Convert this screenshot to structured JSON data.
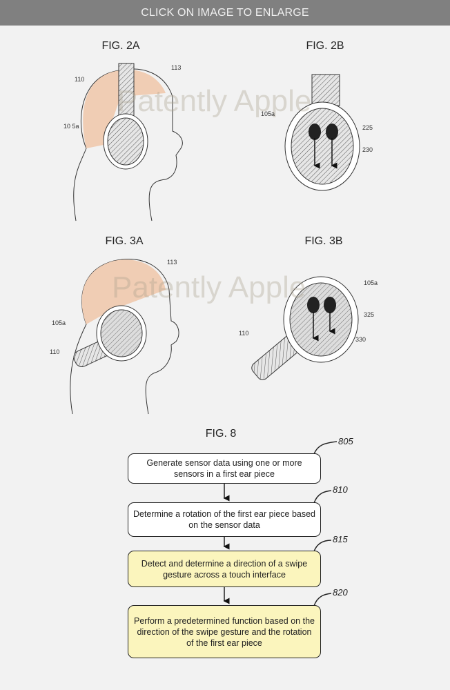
{
  "header": {
    "label": "CLICK ON IMAGE TO ENLARGE"
  },
  "watermark": "Patently Apple",
  "figures": {
    "fig2a": {
      "title": "FIG. 2A",
      "refs": [
        "113",
        "110",
        "10 5a"
      ]
    },
    "fig2b": {
      "title": "FIG. 2B",
      "refs": [
        "105a",
        "225",
        "230"
      ]
    },
    "fig3a": {
      "title": "FIG. 3A",
      "refs": [
        "113",
        "105a",
        "110"
      ]
    },
    "fig3b": {
      "title": "FIG. 3B",
      "refs": [
        "105a",
        "325",
        "330",
        "110"
      ]
    },
    "fig8": {
      "title": "FIG. 8",
      "steps": [
        {
          "num": "805",
          "text": "Generate sensor data using one or more sensors in a first ear piece"
        },
        {
          "num": "810",
          "text": "Determine a rotation of the first ear piece based on the sensor data"
        },
        {
          "num": "815",
          "text": "Detect and determine a direction of a swipe gesture across a touch interface"
        },
        {
          "num": "820",
          "text": "Perform a predetermined function based on the direction of the swipe gesture and the rotation of the first ear piece"
        }
      ]
    }
  },
  "colors": {
    "header": "#808080",
    "background": "#f2f2f2",
    "highlight": "#fbf5bd",
    "hair": "#f0cdb4"
  }
}
